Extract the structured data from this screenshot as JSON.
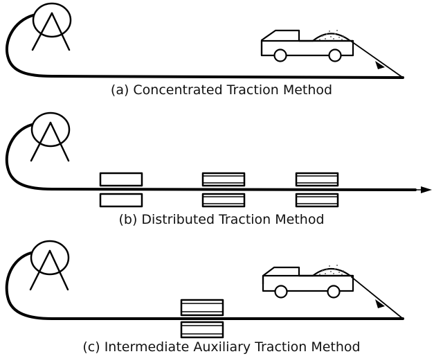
{
  "captions": {
    "a": "(a) Concentrated Traction Method",
    "b": "(b) Distributed Traction Method",
    "c": "(c) Intermediate Auxiliary Traction Method"
  },
  "colors": {
    "line": "#000000",
    "background": "#ffffff",
    "dots": "#666666"
  },
  "panels": [
    {
      "id": "a",
      "spool": true,
      "truck": true,
      "pull_arrow": true,
      "tractors": 0,
      "end_arrow": false
    },
    {
      "id": "b",
      "spool": true,
      "truck": false,
      "pull_arrow": false,
      "tractors": 3,
      "end_arrow": true
    },
    {
      "id": "c",
      "spool": true,
      "truck": true,
      "pull_arrow": true,
      "tractors": 1,
      "end_arrow": false
    }
  ]
}
